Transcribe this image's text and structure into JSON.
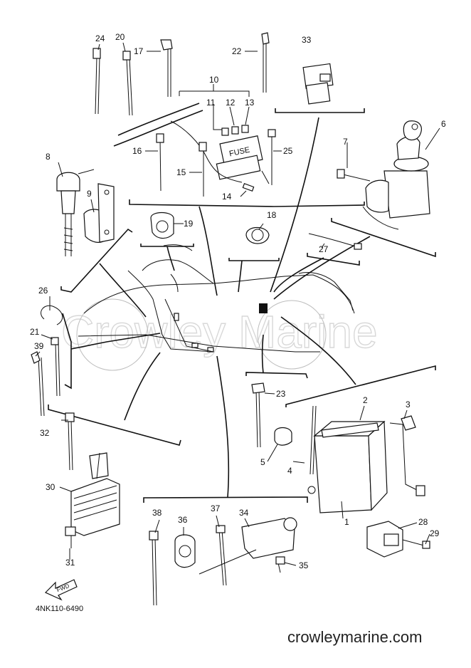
{
  "diagram": {
    "drawing_code": "4NK110-6490",
    "fwd_label": "FWD",
    "fuse_label": "FUSE",
    "watermark": "Crowley Marine",
    "site_url": "crowleymarine.com",
    "callouts": [
      "1",
      "2",
      "3",
      "4",
      "5",
      "6",
      "7",
      "8",
      "9",
      "10",
      "11",
      "12",
      "13",
      "14",
      "15",
      "16",
      "17",
      "18",
      "19",
      "20",
      "21",
      "22",
      "23",
      "24",
      "25",
      "26",
      "27",
      "28",
      "29",
      "30",
      "31",
      "32",
      "33",
      "34",
      "35",
      "36",
      "37",
      "38",
      "39"
    ]
  }
}
